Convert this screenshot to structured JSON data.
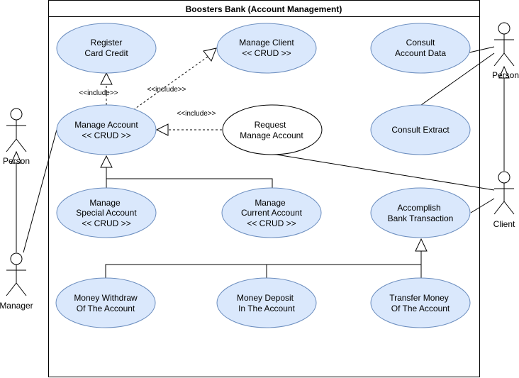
{
  "diagram": {
    "title": "Boosters Bank (Account Management)",
    "colors": {
      "usecase_fill": "#dae8fc",
      "usecase_stroke": "#6c8ebf",
      "plain_fill": "#ffffff",
      "line": "#000000"
    }
  },
  "usecases": {
    "register_card_credit": [
      "Register",
      "Card Credit"
    ],
    "manage_client": [
      "Manage Client",
      "<< CRUD >>"
    ],
    "consult_account_data": [
      "Consult",
      "Account Data"
    ],
    "manage_account": [
      "Manage Account",
      "<< CRUD >>"
    ],
    "request_manage_account": [
      "Request",
      "Manage Account"
    ],
    "consult_extract": [
      "Consult Extract"
    ],
    "manage_special_account": [
      "Manage",
      "Special Account",
      "<< CRUD >>"
    ],
    "manage_current_account": [
      "Manage",
      "Current Account",
      "<< CRUD >>"
    ],
    "accomplish_bank_transaction": [
      "Accomplish",
      "Bank Transaction"
    ],
    "money_withdraw": [
      "Money Withdraw",
      "Of The Account"
    ],
    "money_deposit": [
      "Money Deposit",
      "In The Account"
    ],
    "transfer_money": [
      "Transfer Money",
      "Of The Account"
    ]
  },
  "actors": {
    "person_left": "Person",
    "manager": "Manager",
    "person_right": "Person",
    "client": "Client"
  },
  "stereotypes": {
    "include_register": "<<include>>",
    "include_manage_client": "<<include>>",
    "include_request": "<<include>>"
  }
}
